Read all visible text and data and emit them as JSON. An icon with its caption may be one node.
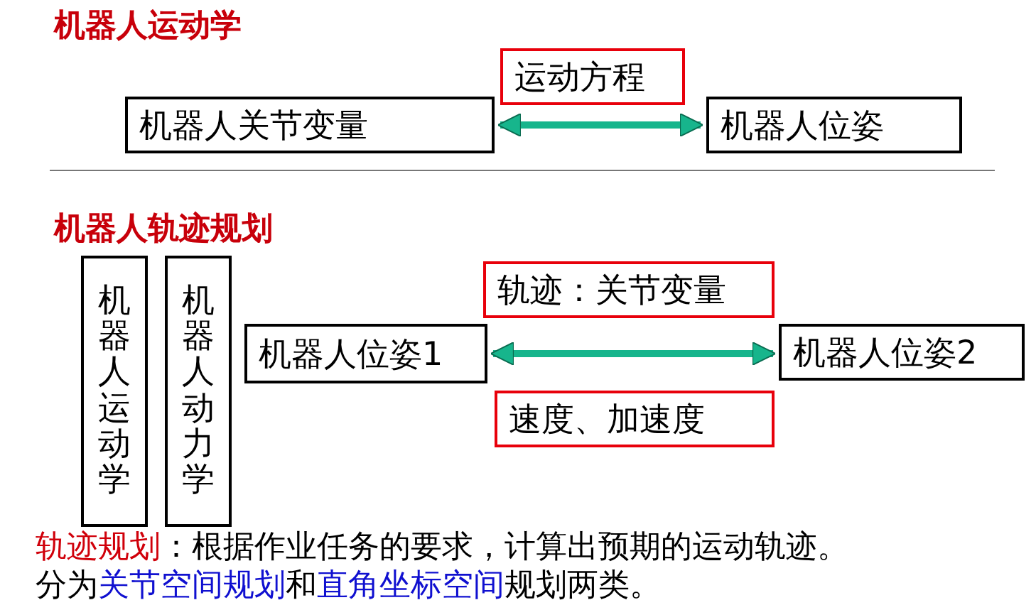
{
  "diagram": {
    "nodes": [
      {
        "text": [
          "机器人关节变量"
        ]
      },
      {
        "text": [
          "运动方程"
        ]
      },
      {
        "text": [
          "机器人位姿"
        ]
      },
      {
        "text": [
          "机器人运动学"
        ]
      },
      {
        "text": [
          "机器人动力学"
        ]
      },
      {
        "text": [
          "机器人位姿1"
        ]
      },
      {
        "text": [
          "轨迹：关节变量"
        ]
      },
      {
        "text": [
          "速度、加速度"
        ]
      },
      {
        "text": [
          "机器人位姿2"
        ]
      }
    ],
    "edges": [
      {
        "from": 0,
        "to": 2,
        "arrow": "both"
      },
      {
        "from": 5,
        "to": 8,
        "arrow": "both"
      }
    ],
    "labels": [
      "机器人运动学",
      "机器人轨迹规划",
      "**轨迹规划**：根据作业任务的要求，计算出预期的运动轨迹。",
      "分为**关节空间规划**和**直角坐标空间**规划两类。"
    ]
  }
}
